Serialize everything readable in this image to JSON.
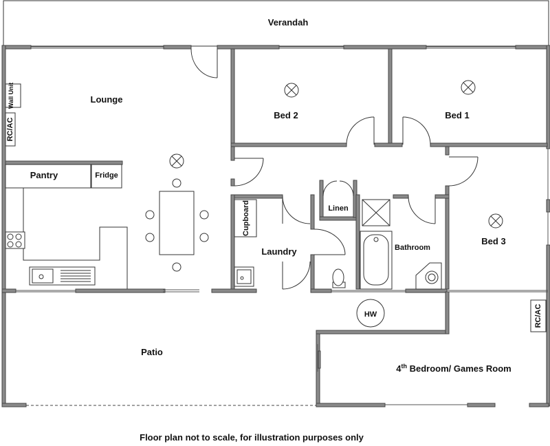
{
  "rooms": {
    "verandah": "Verandah",
    "lounge": "Lounge",
    "bed2": "Bed 2",
    "bed1": "Bed 1",
    "bed3": "Bed 3",
    "pantry": "Pantry",
    "fridge": "Fridge",
    "laundry": "Laundry",
    "cupboard": "Cupboard",
    "linen": "Linen",
    "bathroom": "Bathroom",
    "patio": "Patio",
    "games_room_prefix": "4",
    "games_room_sup": "th",
    "games_room_rest": " Bedroom/ Games Room"
  },
  "fixtures": {
    "wall_unit": "Wall Unit",
    "rcac_left": "RC/AC",
    "rcac_right": "RC/AC",
    "hot_water": "HW"
  },
  "caption": "Floor plan not to scale, for illustration purposes only"
}
